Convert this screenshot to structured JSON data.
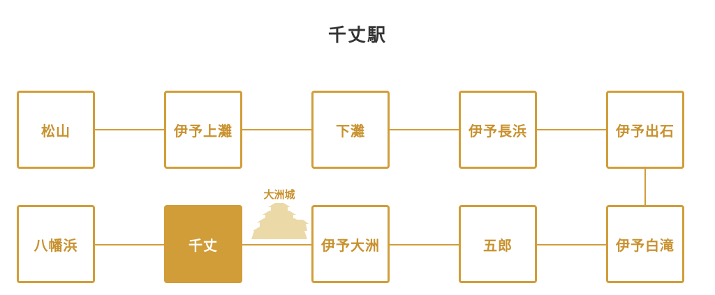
{
  "title": "千丈駅",
  "stations": {
    "matsuyama": "松山",
    "iyo_kaminada": "伊予上灘",
    "shimonada": "下灘",
    "iyo_nagahama": "伊予長浜",
    "iyo_izushi": "伊予出石",
    "yawatahama": "八幡浜",
    "senjo": "千丈",
    "iyo_ozu": "伊予大洲",
    "goro": "五郎",
    "iyo_hirataki": "伊予白滝"
  },
  "current_station": "千丈",
  "landmark": {
    "label": "大洲城",
    "icon": "castle-icon"
  },
  "colors": {
    "accent": "#d19d38",
    "text": "#c8912e",
    "castle": "#ecd9a8",
    "title": "#333333"
  }
}
